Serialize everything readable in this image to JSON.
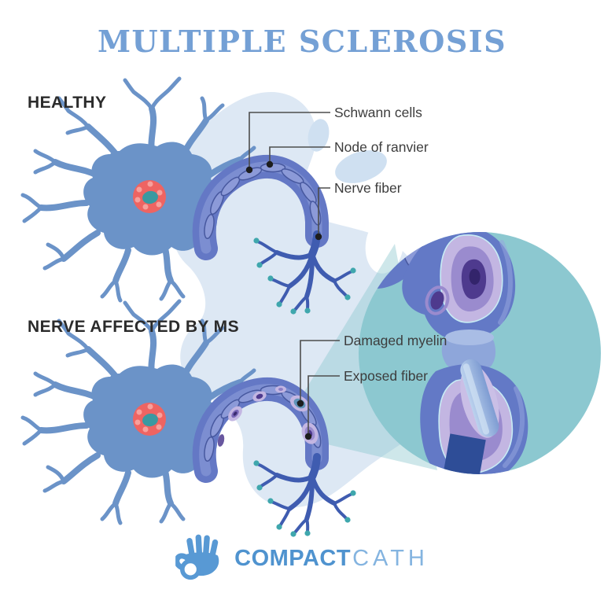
{
  "title": "MULTIPLE SCLEROSIS",
  "sections": {
    "healthy": {
      "label": "HEALTHY",
      "annotations": [
        "Schwann cells",
        "Node of ranvier",
        "Nerve fiber"
      ]
    },
    "ms": {
      "label": "NERVE AFFECTED BY MS",
      "annotations": [
        "Damaged myelin",
        "Exposed fiber"
      ]
    }
  },
  "logo": {
    "brand_bold": "COMPACT",
    "brand_light": "CATH",
    "icon": "hand-with-ring-icon"
  },
  "colors": {
    "title_blue": "#74a0d5",
    "heading_dark": "#2b2b2b",
    "label_gray": "#3d3d3d",
    "neuron_blue": "#6b93c8",
    "myelin_blue": "#6478c5",
    "nucleus_red": "#ee6462",
    "nucleolus_teal": "#3a99a1",
    "terminal_tip_teal": "#3fa7ad",
    "lesion_lavender": "#c3b6e2",
    "lesion_purple": "#4e3a8e",
    "magnifier_teal": "#8cc8d0",
    "background_blob": "#dde8f4",
    "brand_blue": "#4f93cf",
    "brand_light_blue": "#84b4e0"
  }
}
